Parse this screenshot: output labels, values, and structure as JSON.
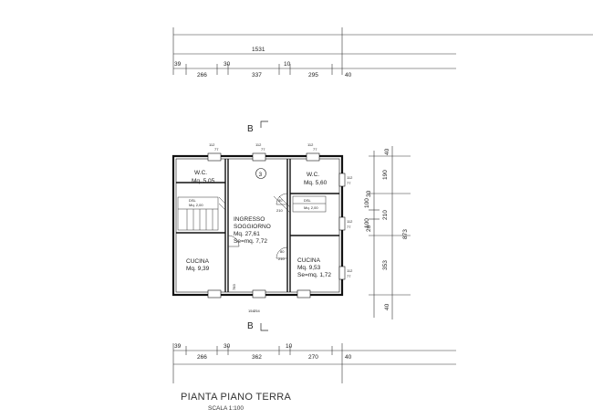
{
  "title": "PIANTA PIANO TERRA",
  "scale": "SCALA 1:100",
  "section_marker": "B",
  "top_dims": {
    "overall": "1531",
    "segments": [
      "39",
      "266",
      "30",
      "337",
      "10",
      "295",
      "40"
    ]
  },
  "bottom_dims": {
    "segments": [
      "39",
      "266",
      "30",
      "362",
      "10",
      "270",
      "40"
    ]
  },
  "right_dims": {
    "overall": "873",
    "segments": [
      "40",
      "190",
      "210",
      "353",
      "40"
    ],
    "inner": [
      "30",
      "100",
      "20",
      "100"
    ]
  },
  "rooms": {
    "wc_left": {
      "name": "W.C.",
      "area": "Mq. 5,05"
    },
    "wc_right": {
      "name": "W.C.",
      "area": "Mq. 5,60"
    },
    "soggiorno": {
      "name1": "INGRESSO",
      "name2": "SOGGIORNO",
      "area": "Mq. 27,61",
      "se": "Se=mq. 7,72"
    },
    "cucina_left": {
      "name": "CUCINA",
      "area": "Mq. 9,39"
    },
    "cucina_right": {
      "name": "CUCINA",
      "area": "Mq. 9,53",
      "se": "Se=mq. 1,72"
    }
  },
  "door_labels": {
    "d1_top": "80",
    "d1_bot": "210",
    "d2_top": "80",
    "d2_bot": "210"
  },
  "window_labels": {
    "top": [
      "112",
      "77"
    ],
    "right": [
      "112",
      "77"
    ],
    "bottom": [
      "154",
      "254"
    ]
  },
  "wall_label": "783",
  "stair_label": "Mq. 2,00",
  "stair_label_right": "Mq. 2,00",
  "stair_code": "DSL",
  "circle_number": "3"
}
